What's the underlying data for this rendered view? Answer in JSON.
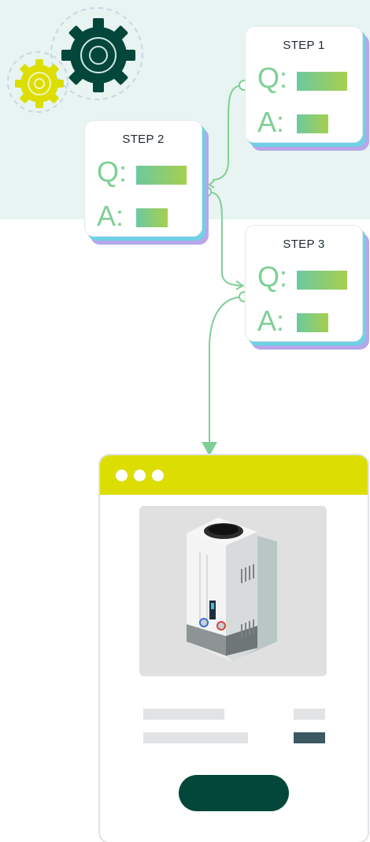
{
  "steps": [
    {
      "title": "STEP 1",
      "question_label": "Q:",
      "answer_label": "A:"
    },
    {
      "title": "STEP 2",
      "question_label": "Q:",
      "answer_label": "A:"
    },
    {
      "title": "STEP 3",
      "question_label": "Q:",
      "answer_label": "A:"
    }
  ],
  "colors": {
    "background_band": "#e8f4f1",
    "gear_dark": "#03473a",
    "gear_yellow": "#dcdd00",
    "connector": "#7fcf95",
    "card_shadow_blue": "#6fd0e6",
    "card_shadow_purple": "#b8a6ea",
    "browser_bar": "#dcdd00",
    "cta_button": "#03473a",
    "price_block": "#3c5861"
  },
  "icons": [
    "gear-icon",
    "water-heater-icon",
    "browser-window-dots-icon"
  ]
}
